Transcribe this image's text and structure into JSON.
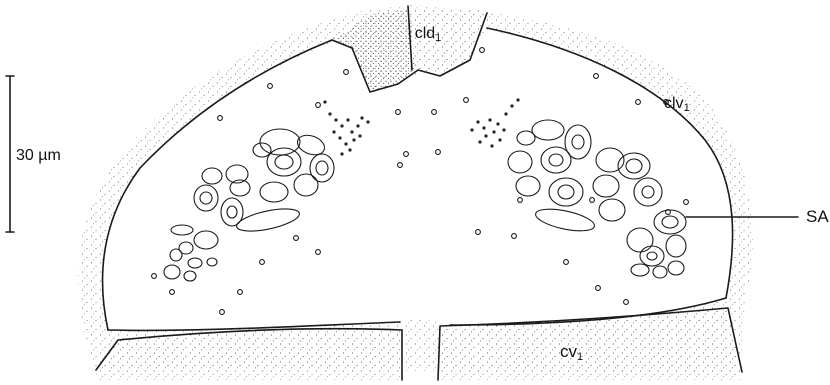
{
  "labels": {
    "cld": {
      "main": "cld",
      "sub": "1"
    },
    "clv": {
      "main": "clv",
      "sub": "1"
    },
    "cv": {
      "main": "cv",
      "sub": "1"
    },
    "sa": "SA",
    "scale": "30 µm"
  },
  "colors": {
    "ink": "#1a1a1a",
    "stipple": "#555555",
    "background": "#ffffff"
  }
}
